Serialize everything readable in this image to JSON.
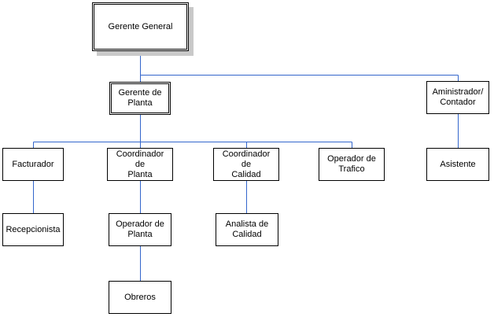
{
  "org_chart": {
    "colors": {
      "line": "#3366cc",
      "box_border": "#000000",
      "shadow": "#c9c9c9"
    },
    "nodes": {
      "gerente_general": "Gerente General",
      "gerente_planta": "Gerente de\nPlanta",
      "administrador": "Aministrador/\nContador",
      "facturador": "Facturador",
      "coordinador_planta": "Coordinador de\nPlanta",
      "coordinador_calidad": "Coordinador de\nCalidad",
      "operador_trafico": "Operador de\nTrafico",
      "asistente": "Asistente",
      "recepcionista": "Recepcionista",
      "operador_planta": "Operador de\nPlanta",
      "analista_calidad": "Analista de\nCalidad",
      "obreros": "Obreros"
    }
  }
}
